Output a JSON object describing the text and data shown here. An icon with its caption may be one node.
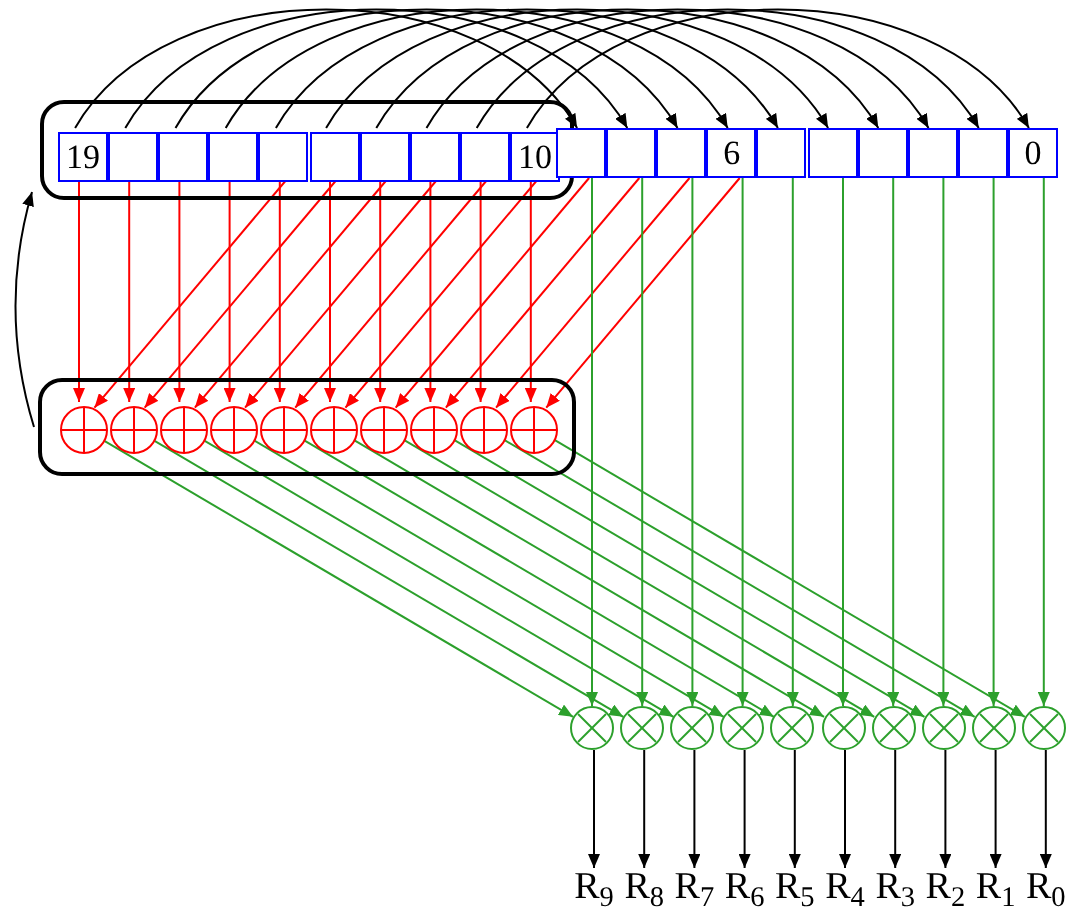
{
  "diagram": {
    "nodes": [
      {
        "text": [],
        "shape": "box"
      },
      {
        "text": [
          "19"
        ],
        "in": 0
      },
      {
        "text": [],
        "shape": "box",
        "in": 0
      },
      {
        "text": [],
        "shape": "box",
        "in": 0
      },
      {
        "text": [],
        "shape": "box",
        "in": 0
      },
      {
        "text": [],
        "shape": "box",
        "in": 0
      },
      {
        "text": [],
        "shape": "box",
        "in": 0
      },
      {
        "text": [],
        "shape": "box",
        "in": 0
      },
      {
        "text": [],
        "shape": "box",
        "in": 0
      },
      {
        "text": [],
        "shape": "box",
        "in": 0
      },
      {
        "text": [
          "10"
        ],
        "in": 0
      },
      {
        "text": [],
        "shape": "box"
      },
      {
        "text": [],
        "shape": "box"
      },
      {
        "text": [],
        "shape": "box"
      },
      {
        "text": [
          "6"
        ]
      },
      {
        "text": [],
        "shape": "box"
      },
      {
        "text": [],
        "shape": "box"
      },
      {
        "text": [],
        "shape": "box"
      },
      {
        "text": [],
        "shape": "box"
      },
      {
        "text": [],
        "shape": "box"
      },
      {
        "text": [
          "0"
        ]
      },
      {
        "text": [],
        "shape": "box"
      },
      {
        "text": [],
        "shape": "circle",
        "in": 21
      },
      {
        "text": [],
        "shape": "circle",
        "in": 21
      },
      {
        "text": [],
        "shape": "circle",
        "in": 21
      },
      {
        "text": [],
        "shape": "circle",
        "in": 21
      },
      {
        "text": [],
        "shape": "circle",
        "in": 21
      },
      {
        "text": [],
        "shape": "circle",
        "in": 21
      },
      {
        "text": [],
        "shape": "circle",
        "in": 21
      },
      {
        "text": [],
        "shape": "circle",
        "in": 21
      },
      {
        "text": [],
        "shape": "circle",
        "in": 21
      },
      {
        "text": [],
        "shape": "circle",
        "in": 21
      },
      {
        "text": [],
        "shape": "circle"
      },
      {
        "text": [],
        "shape": "circle"
      },
      {
        "text": [],
        "shape": "circle"
      },
      {
        "text": [],
        "shape": "circle"
      },
      {
        "text": [],
        "shape": "circle"
      },
      {
        "text": [],
        "shape": "circle"
      },
      {
        "text": [],
        "shape": "circle"
      },
      {
        "text": [],
        "shape": "circle"
      },
      {
        "text": [],
        "shape": "circle"
      },
      {
        "text": [],
        "shape": "circle"
      },
      {
        "text": [
          "R$_{9}$"
        ]
      },
      {
        "text": [
          "R$_{8}$"
        ]
      },
      {
        "text": [
          "R$_{7}$"
        ]
      },
      {
        "text": [
          "R$_{6}$"
        ]
      },
      {
        "text": [
          "R$_{5}$"
        ]
      },
      {
        "text": [
          "R$_{4}$"
        ]
      },
      {
        "text": [
          "R$_{3}$"
        ]
      },
      {
        "text": [
          "R$_{2}$"
        ]
      },
      {
        "text": [
          "R$_{1}$"
        ]
      },
      {
        "text": [
          "R$_{0}$"
        ]
      }
    ],
    "edges": [
      {
        "from": 1,
        "to": 11,
        "arrow": "to"
      },
      {
        "from": 2,
        "to": 12,
        "arrow": "to"
      },
      {
        "from": 3,
        "to": 13,
        "arrow": "to"
      },
      {
        "from": 4,
        "to": 14,
        "arrow": "to"
      },
      {
        "from": 5,
        "to": 15,
        "arrow": "to"
      },
      {
        "from": 6,
        "to": 16,
        "arrow": "to"
      },
      {
        "from": 7,
        "to": 17,
        "arrow": "to"
      },
      {
        "from": 8,
        "to": 18,
        "arrow": "to"
      },
      {
        "from": 9,
        "to": 19,
        "arrow": "to"
      },
      {
        "from": 10,
        "to": 20,
        "arrow": "to"
      },
      {
        "from": 21,
        "to": 0,
        "arrow": "to"
      },
      {
        "from": 1,
        "to": 22,
        "arrow": "to",
        "color": "#ff0000"
      },
      {
        "from": 2,
        "to": 23,
        "arrow": "to",
        "color": "#ff0000"
      },
      {
        "from": 3,
        "to": 24,
        "arrow": "to",
        "color": "#ff0000"
      },
      {
        "from": 4,
        "to": 25,
        "arrow": "to",
        "color": "#ff0000"
      },
      {
        "from": 5,
        "to": 26,
        "arrow": "to",
        "color": "#ff0000"
      },
      {
        "from": 6,
        "to": 27,
        "arrow": "to",
        "color": "#ff0000"
      },
      {
        "from": 7,
        "to": 28,
        "arrow": "to",
        "color": "#ff0000"
      },
      {
        "from": 8,
        "to": 29,
        "arrow": "to",
        "color": "#ff0000"
      },
      {
        "from": 9,
        "to": 30,
        "arrow": "to",
        "color": "#ff0000"
      },
      {
        "from": 10,
        "to": 31,
        "arrow": "to",
        "color": "#ff0000"
      },
      {
        "from": 5,
        "to": 22,
        "arrow": "to",
        "color": "#ff0000"
      },
      {
        "from": 6,
        "to": 23,
        "arrow": "to",
        "color": "#ff0000"
      },
      {
        "from": 7,
        "to": 24,
        "arrow": "to",
        "color": "#ff0000"
      },
      {
        "from": 8,
        "to": 25,
        "arrow": "to",
        "color": "#ff0000"
      },
      {
        "from": 9,
        "to": 26,
        "arrow": "to",
        "color": "#ff0000"
      },
      {
        "from": 10,
        "to": 27,
        "arrow": "to",
        "color": "#ff0000"
      },
      {
        "from": 11,
        "to": 28,
        "arrow": "to",
        "color": "#ff0000"
      },
      {
        "from": 12,
        "to": 29,
        "arrow": "to",
        "color": "#ff0000"
      },
      {
        "from": 13,
        "to": 30,
        "arrow": "to",
        "color": "#ff0000"
      },
      {
        "from": 14,
        "to": 31,
        "arrow": "to",
        "color": "#ff0000"
      },
      {
        "from": 22,
        "to": 32,
        "arrow": "to",
        "color": "#2ca02c"
      },
      {
        "from": 23,
        "to": 33,
        "arrow": "to",
        "color": "#2ca02c"
      },
      {
        "from": 24,
        "to": 34,
        "arrow": "to",
        "color": "#2ca02c"
      },
      {
        "from": 25,
        "to": 35,
        "arrow": "to",
        "color": "#2ca02c"
      },
      {
        "from": 26,
        "to": 36,
        "arrow": "to",
        "color": "#2ca02c"
      },
      {
        "from": 27,
        "to": 37,
        "arrow": "to",
        "color": "#2ca02c"
      },
      {
        "from": 28,
        "to": 38,
        "arrow": "to",
        "color": "#2ca02c"
      },
      {
        "from": 29,
        "to": 39,
        "arrow": "to",
        "color": "#2ca02c"
      },
      {
        "from": 30,
        "to": 40,
        "arrow": "to",
        "color": "#2ca02c"
      },
      {
        "from": 31,
        "to": 41,
        "arrow": "to",
        "color": "#2ca02c"
      },
      {
        "from": 11,
        "to": 32,
        "arrow": "to",
        "color": "#2ca02c"
      },
      {
        "from": 12,
        "to": 33,
        "arrow": "to",
        "color": "#2ca02c"
      },
      {
        "from": 13,
        "to": 34,
        "arrow": "to",
        "color": "#2ca02c"
      },
      {
        "from": 14,
        "to": 35,
        "arrow": "to",
        "color": "#2ca02c"
      },
      {
        "from": 15,
        "to": 36,
        "arrow": "to",
        "color": "#2ca02c"
      },
      {
        "from": 16,
        "to": 37,
        "arrow": "to",
        "color": "#2ca02c"
      },
      {
        "from": 17,
        "to": 38,
        "arrow": "to",
        "color": "#2ca02c"
      },
      {
        "from": 18,
        "to": 39,
        "arrow": "to",
        "color": "#2ca02c"
      },
      {
        "from": 19,
        "to": 40,
        "arrow": "to",
        "color": "#2ca02c"
      },
      {
        "from": 20,
        "to": 41,
        "arrow": "to",
        "color": "#2ca02c"
      },
      {
        "from": 32,
        "to": 42,
        "arrow": "to"
      },
      {
        "from": 33,
        "to": 43,
        "arrow": "to"
      },
      {
        "from": 34,
        "to": 44,
        "arrow": "to"
      },
      {
        "from": 35,
        "to": 45,
        "arrow": "to"
      },
      {
        "from": 36,
        "to": 46,
        "arrow": "to"
      },
      {
        "from": 37,
        "to": 47,
        "arrow": "to"
      },
      {
        "from": 38,
        "to": 48,
        "arrow": "to"
      },
      {
        "from": 39,
        "to": 49,
        "arrow": "to"
      },
      {
        "from": 40,
        "to": 50,
        "arrow": "to"
      },
      {
        "from": 41,
        "to": 51,
        "arrow": "to"
      }
    ]
  }
}
